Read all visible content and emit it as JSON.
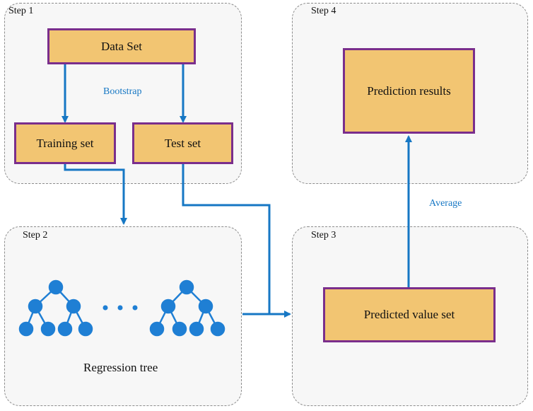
{
  "colors": {
    "node_fill": "#f2c572",
    "node_border": "#7a2e8c",
    "arrow": "#1677c4",
    "tree_node": "#1f7fd4",
    "panel_border": "#8c8c8c"
  },
  "steps": {
    "step1": "Step 1",
    "step2": "Step 2",
    "step3": "Step 3",
    "step4": "Step 4"
  },
  "nodes": {
    "data_set": "Data Set",
    "training_set": "Training set",
    "test_set": "Test set",
    "predicted_value_set": "Predicted value set",
    "prediction_results": "Prediction results"
  },
  "labels": {
    "bootstrap": "Bootstrap",
    "average": "Average",
    "regression_tree": "Regression tree",
    "ellipsis": "• • •"
  }
}
